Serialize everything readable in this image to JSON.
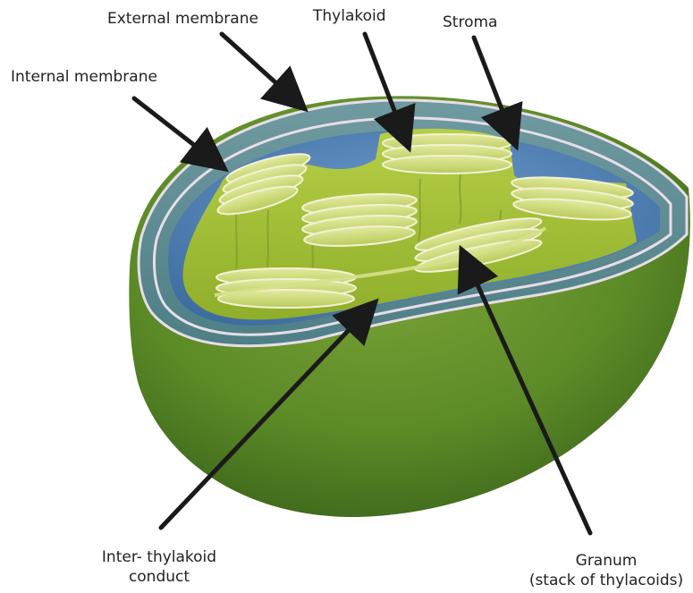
{
  "labels": {
    "external_membrane": "External membrane",
    "thylakoid": "Thylakoid",
    "stroma": "Stroma",
    "internal_membrane": "Internal membrane",
    "inter_thylakoid_line1": "Inter- thylakoid",
    "inter_thylakoid_line2": "conduct",
    "granum_line1": "Granum",
    "granum_line2": "(stack of thylacoids)"
  },
  "colors": {
    "outer_shell": "#5f8f2a",
    "outer_shell_dark": "#3f6a1e",
    "membrane_band": "#5f8f92",
    "membrane_edge": "#e8dde8",
    "stroma_blue": "#4d7fb3",
    "inner_green": "#a9c43a",
    "thylakoid_fill": "#cfdb86",
    "arrow": "#1a1a1a"
  },
  "icons": {
    "arrow": "arrow-icon"
  }
}
